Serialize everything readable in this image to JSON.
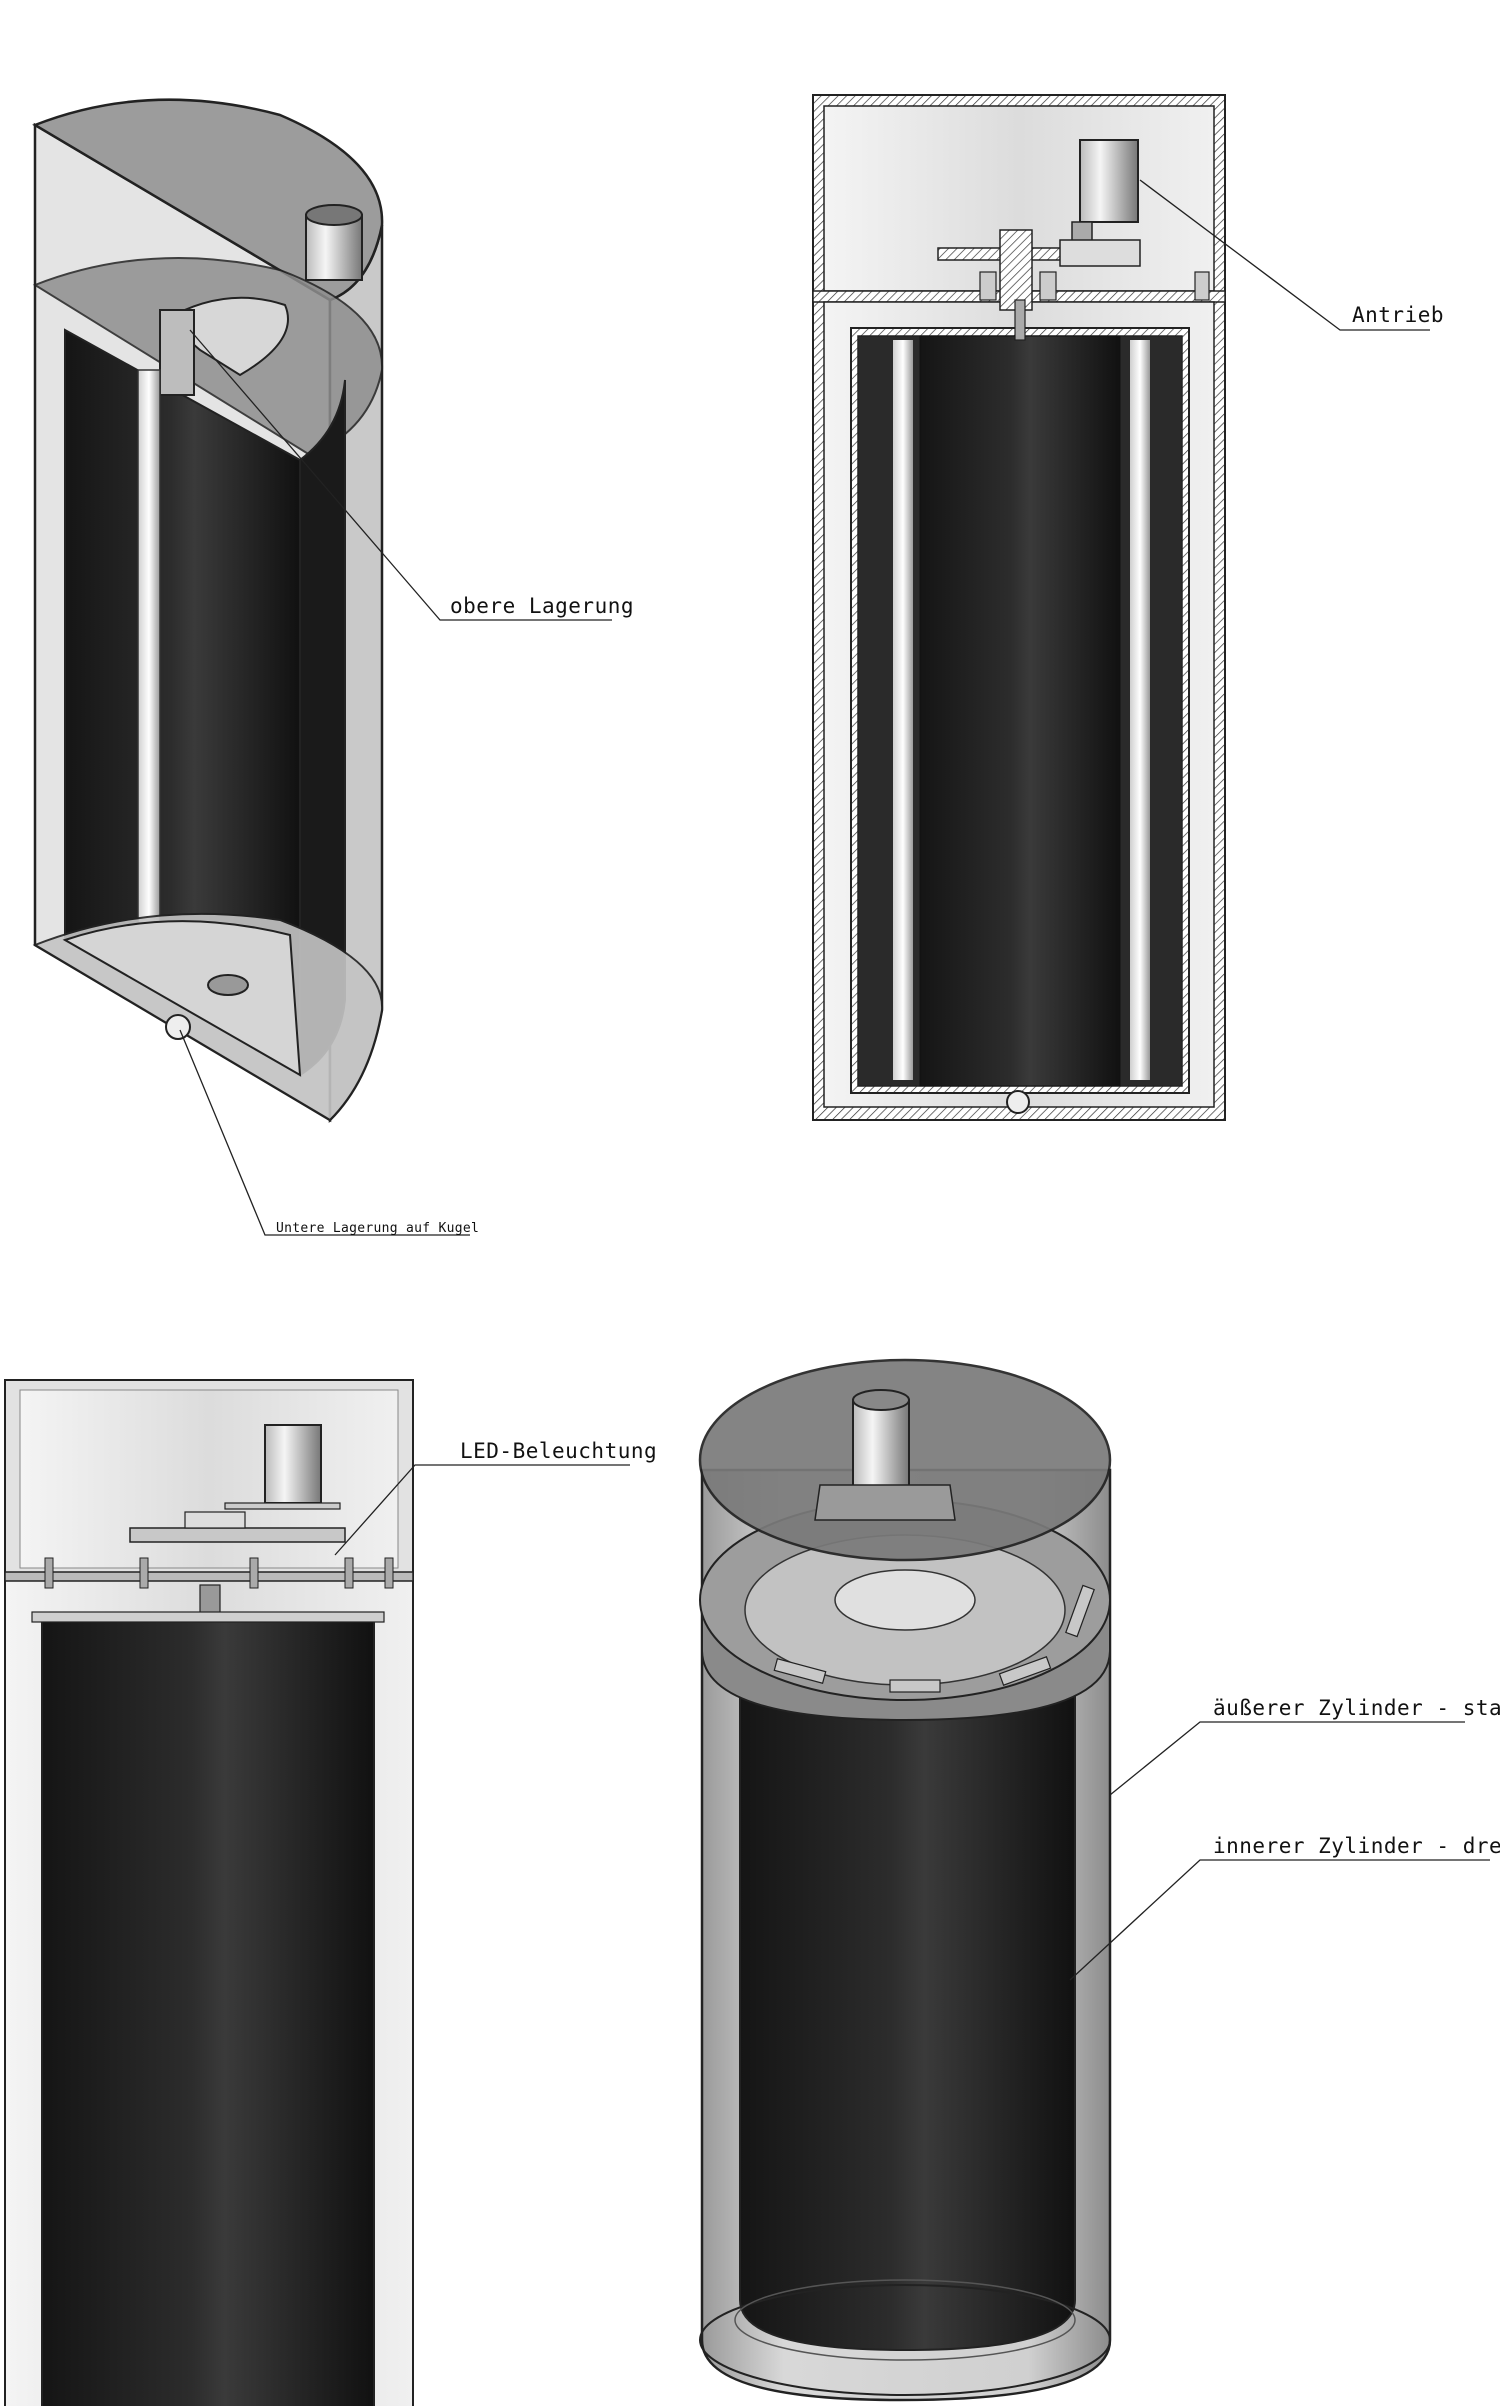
{
  "labels": {
    "obere_lagerung": "obere Lagerung",
    "untere_lagerung": "Untere Lagerung auf Kugel",
    "antrieb": "Antrieb",
    "led_beleuchtung": "LED-Beleuchtung",
    "aeusserer_zylinder": "äußerer Zylinder - starr",
    "innerer_zylinder": "innerer Zylinder - drehbar"
  },
  "colors": {
    "line": "#222222",
    "dark_cylinder": "#1e1e1e",
    "housing_light": "#e6e6e6",
    "housing_mid": "#bdbdbd"
  }
}
